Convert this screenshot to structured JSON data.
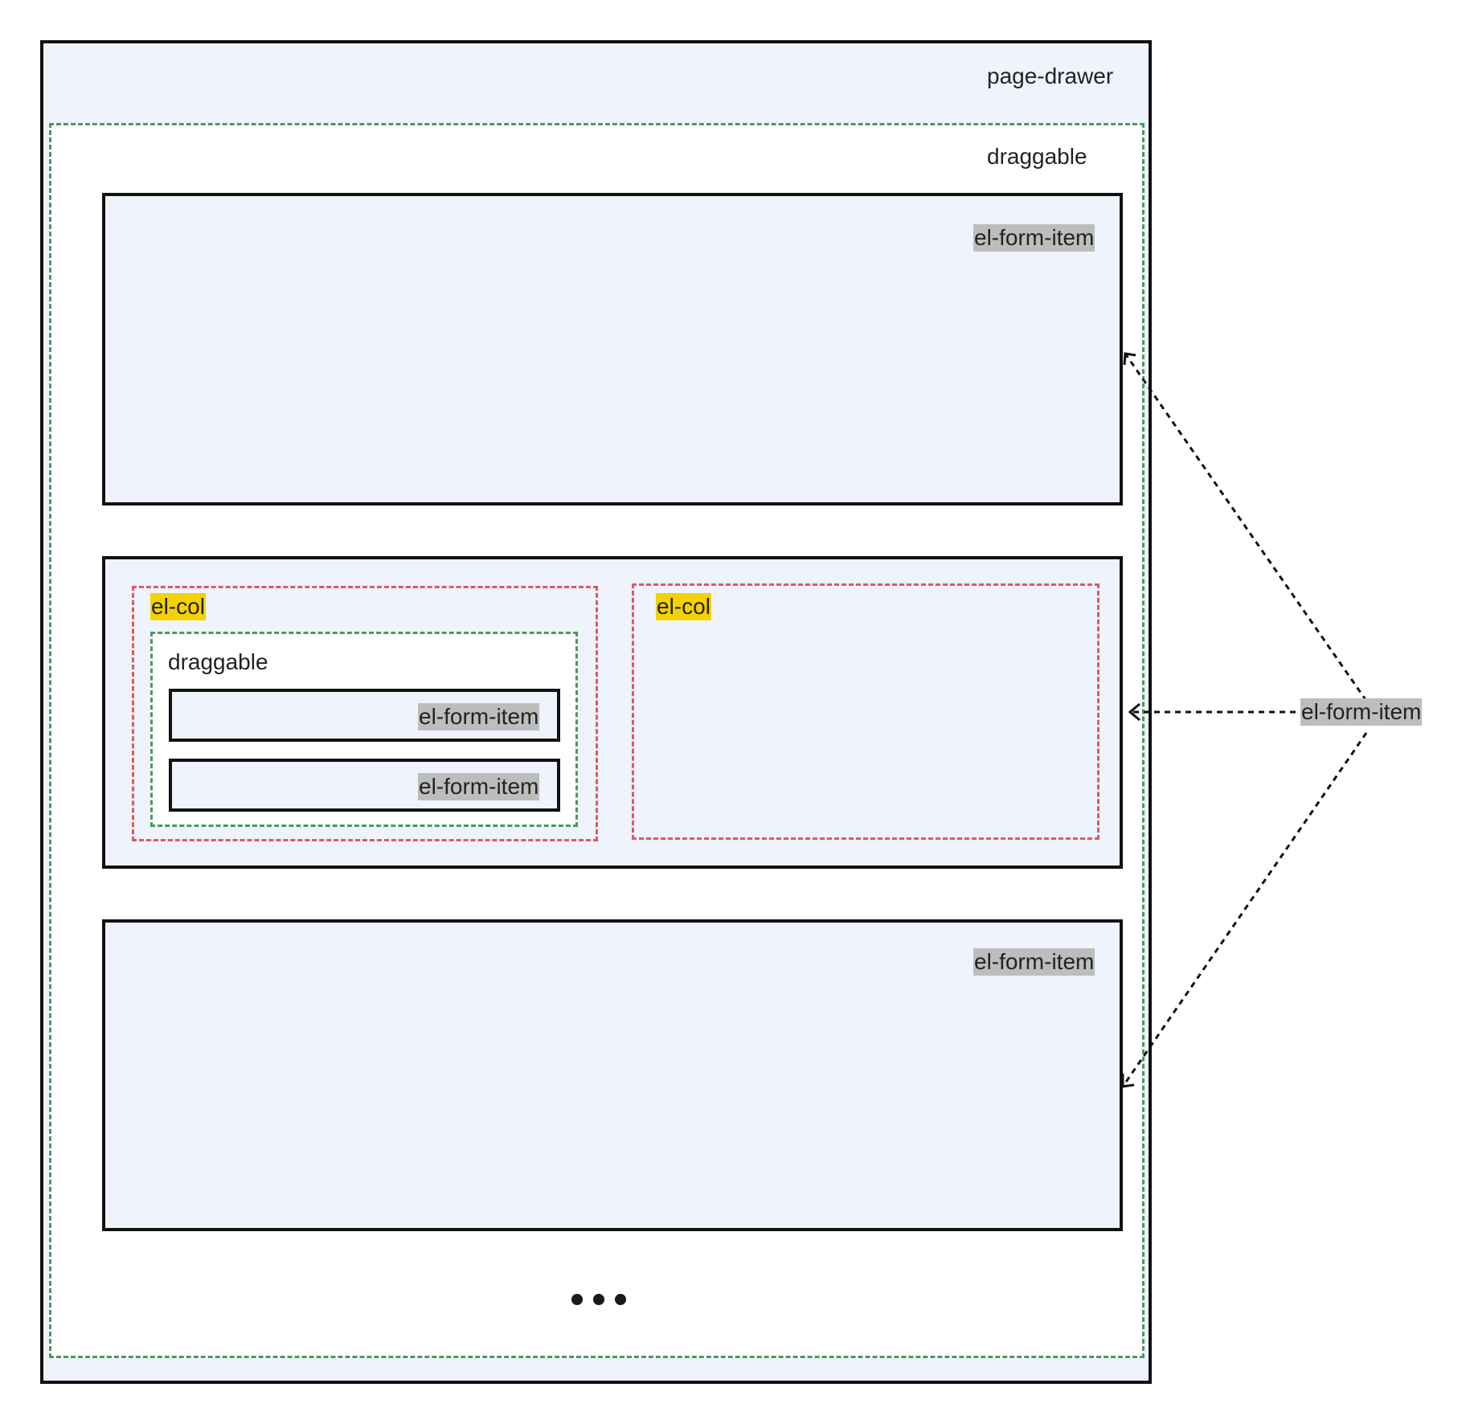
{
  "page_drawer": {
    "label": "page-drawer"
  },
  "outer_draggable": {
    "label": "draggable"
  },
  "top_block": {
    "label": "el-form-item"
  },
  "middle_block": {
    "col_left": {
      "label": "el-col",
      "draggable": {
        "label": "draggable",
        "items": [
          "el-form-item",
          "el-form-item"
        ]
      }
    },
    "col_right": {
      "label": "el-col"
    }
  },
  "bottom_block": {
    "label": "el-form-item"
  },
  "callout": {
    "label": "el-form-item"
  },
  "ellipsis_icon": "more-dots-icon",
  "colors": {
    "block_fill": "#eef3fc",
    "draggable_border": "#4a9a5a",
    "col_border": "#e05a5a",
    "col_label_bg": "#f3d200",
    "item_label_bg": "#bdbdbd"
  }
}
